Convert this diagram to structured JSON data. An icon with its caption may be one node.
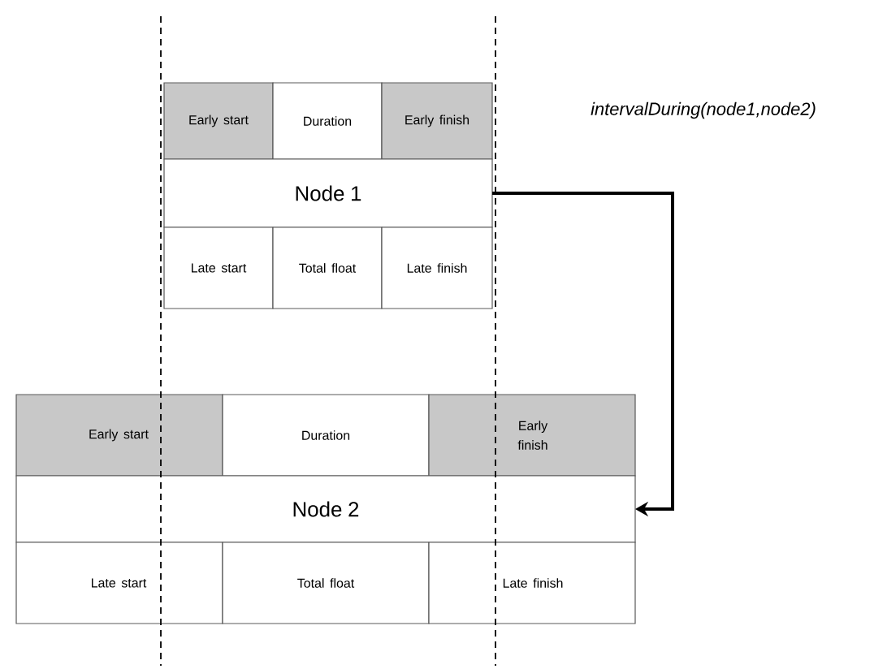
{
  "diagram": {
    "nodes": [
      {
        "text": [
          "Early start"
        ]
      },
      {
        "text": [
          "Duration"
        ]
      },
      {
        "text": [
          "Early finish"
        ]
      },
      {
        "text": [
          "Node 1"
        ]
      },
      {
        "text": [
          "Late start"
        ]
      },
      {
        "text": [
          "Total float"
        ]
      },
      {
        "text": [
          "Late finish"
        ]
      },
      {
        "text": [
          "Early start"
        ]
      },
      {
        "text": [
          "Duration"
        ]
      },
      {
        "text": [
          "Early finish"
        ]
      },
      {
        "text": [
          "Node 2"
        ]
      },
      {
        "text": [
          "Late start"
        ]
      },
      {
        "text": [
          "Total float"
        ]
      },
      {
        "text": [
          "Late finish"
        ]
      }
    ],
    "edges": [
      {
        "from": 3,
        "to": 10,
        "arrow": "to",
        "label": "*intervalDuring(node1,node2)*"
      }
    ]
  }
}
